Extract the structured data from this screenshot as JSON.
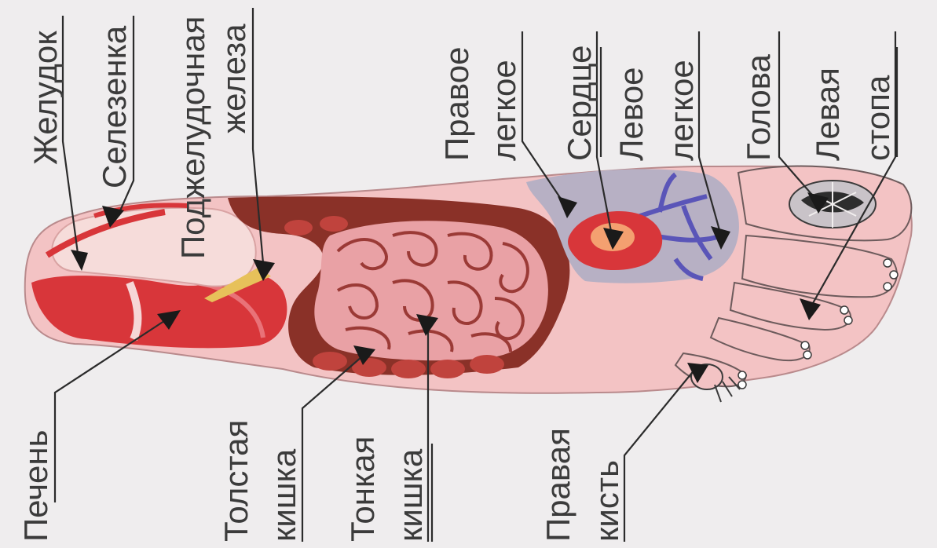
{
  "labels": {
    "liver": "Печень",
    "stomach": "Желудок",
    "spleen": "Селезенка",
    "pancreas_1": "Поджелудочная",
    "pancreas_2": "железа",
    "large_intestine_1": "Толстая",
    "large_intestine_2": "кишка",
    "small_intestine_1": "Тонкая",
    "small_intestine_2": "кишка",
    "right_lung_1": "Правое",
    "right_lung_2": "легкое",
    "heart": "Сердце",
    "left_lung_1": "Левое",
    "left_lung_2": "легкое",
    "head": "Голова",
    "left_foot_1": "Левая",
    "left_foot_2": "стопа",
    "right_hand_1": "Правая",
    "right_hand_2": "кисть"
  },
  "colors": {
    "background": "#efedee",
    "skin": "#f3c3c4",
    "liver": "#d8363a",
    "intestine": "#e9a1a5",
    "large_intestine": "#8a3128",
    "lungs": "#b7b0c4",
    "text": "#3b3b3b"
  }
}
